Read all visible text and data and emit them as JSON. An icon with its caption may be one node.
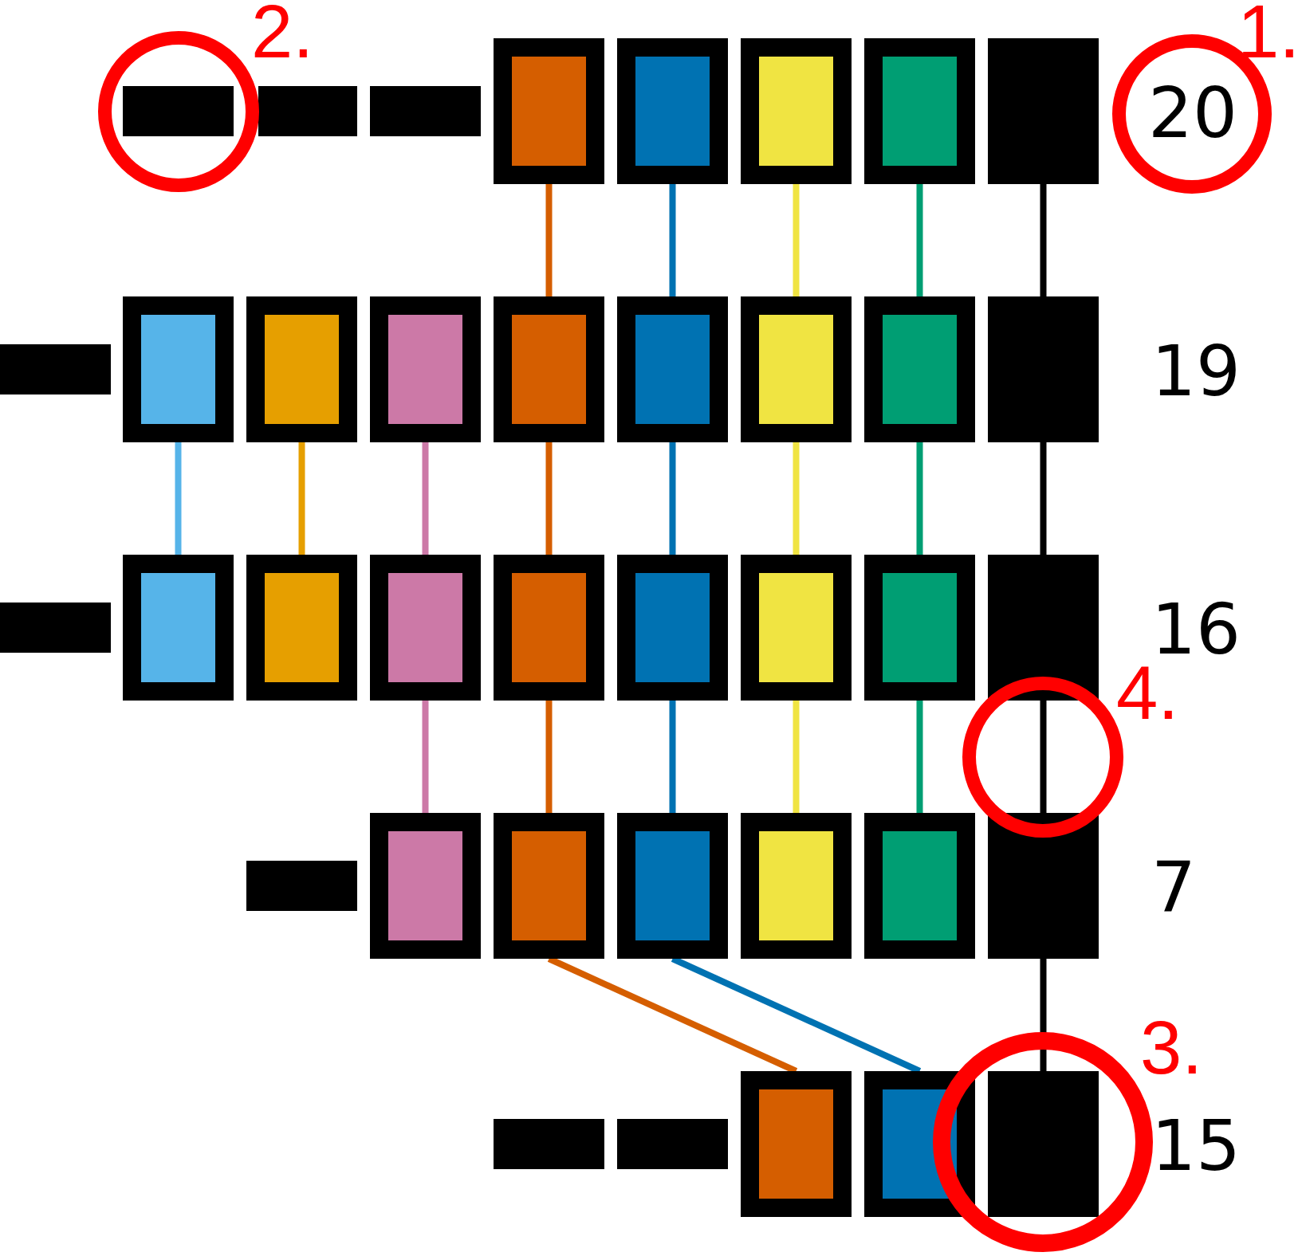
{
  "diagram": {
    "nodes": [
      {
        "text": [],
        "shape": "bar"
      },
      {
        "text": [],
        "shape": "bar"
      },
      {
        "text": [],
        "shape": "bar"
      },
      {
        "text": [],
        "shape": "box"
      },
      {
        "text": [],
        "shape": "box"
      },
      {
        "text": [],
        "shape": "box"
      },
      {
        "text": [],
        "shape": "box"
      },
      {
        "text": [],
        "shape": "box"
      },
      {
        "text": [],
        "shape": "bar"
      },
      {
        "text": [],
        "shape": "box"
      },
      {
        "text": [],
        "shape": "box"
      },
      {
        "text": [],
        "shape": "box"
      },
      {
        "text": [],
        "shape": "box"
      },
      {
        "text": [],
        "shape": "box"
      },
      {
        "text": [],
        "shape": "box"
      },
      {
        "text": [],
        "shape": "box"
      },
      {
        "text": [],
        "shape": "box"
      },
      {
        "text": [],
        "shape": "bar"
      },
      {
        "text": [],
        "shape": "box"
      },
      {
        "text": [],
        "shape": "box"
      },
      {
        "text": [],
        "shape": "box"
      },
      {
        "text": [],
        "shape": "box"
      },
      {
        "text": [],
        "shape": "box"
      },
      {
        "text": [],
        "shape": "box"
      },
      {
        "text": [],
        "shape": "box"
      },
      {
        "text": [],
        "shape": "box"
      },
      {
        "text": [],
        "shape": "bar"
      },
      {
        "text": [],
        "shape": "box"
      },
      {
        "text": [],
        "shape": "box"
      },
      {
        "text": [],
        "shape": "box"
      },
      {
        "text": [],
        "shape": "box"
      },
      {
        "text": [],
        "shape": "box"
      },
      {
        "text": [],
        "shape": "box"
      },
      {
        "text": [],
        "shape": "bar"
      },
      {
        "text": [],
        "shape": "bar"
      },
      {
        "text": [],
        "shape": "box"
      },
      {
        "text": [],
        "shape": "box"
      },
      {
        "text": [],
        "shape": "box"
      }
    ],
    "edges": [
      {
        "from": 3,
        "to": 12,
        "arrow": "none",
        "color": "#d55e00"
      },
      {
        "from": 4,
        "to": 13,
        "arrow": "none",
        "color": "#0072b2"
      },
      {
        "from": 5,
        "to": 14,
        "arrow": "none",
        "color": "#f0e442"
      },
      {
        "from": 6,
        "to": 15,
        "arrow": "none",
        "color": "#009e73"
      },
      {
        "from": 7,
        "to": 16,
        "arrow": "none",
        "color": "#000000"
      },
      {
        "from": 9,
        "to": 18,
        "arrow": "none",
        "color": "#56b4e9"
      },
      {
        "from": 10,
        "to": 19,
        "arrow": "none",
        "color": "#e69f00"
      },
      {
        "from": 11,
        "to": 20,
        "arrow": "none",
        "color": "#cc79a7"
      },
      {
        "from": 12,
        "to": 21,
        "arrow": "none",
        "color": "#d55e00"
      },
      {
        "from": 13,
        "to": 22,
        "arrow": "none",
        "color": "#0072b2"
      },
      {
        "from": 14,
        "to": 23,
        "arrow": "none",
        "color": "#f0e442"
      },
      {
        "from": 15,
        "to": 24,
        "arrow": "none",
        "color": "#009e73"
      },
      {
        "from": 16,
        "to": 25,
        "arrow": "none",
        "color": "#000000"
      },
      {
        "from": 20,
        "to": 27,
        "arrow": "none",
        "color": "#cc79a7"
      },
      {
        "from": 21,
        "to": 28,
        "arrow": "none",
        "color": "#d55e00"
      },
      {
        "from": 22,
        "to": 29,
        "arrow": "none",
        "color": "#0072b2"
      },
      {
        "from": 23,
        "to": 30,
        "arrow": "none",
        "color": "#f0e442"
      },
      {
        "from": 24,
        "to": 31,
        "arrow": "none",
        "color": "#009e73"
      },
      {
        "from": 25,
        "to": 32,
        "arrow": "none",
        "color": "#000000"
      },
      {
        "from": 28,
        "to": 35,
        "arrow": "none",
        "color": "#d55e00"
      },
      {
        "from": 29,
        "to": 36,
        "arrow": "none",
        "color": "#0072b2"
      },
      {
        "from": 32,
        "to": 37,
        "arrow": "none",
        "color": "#000000"
      }
    ],
    "labels": [
      "2.",
      "1.",
      "20",
      "19",
      "16",
      "4.",
      "7",
      "3.",
      "15"
    ]
  }
}
